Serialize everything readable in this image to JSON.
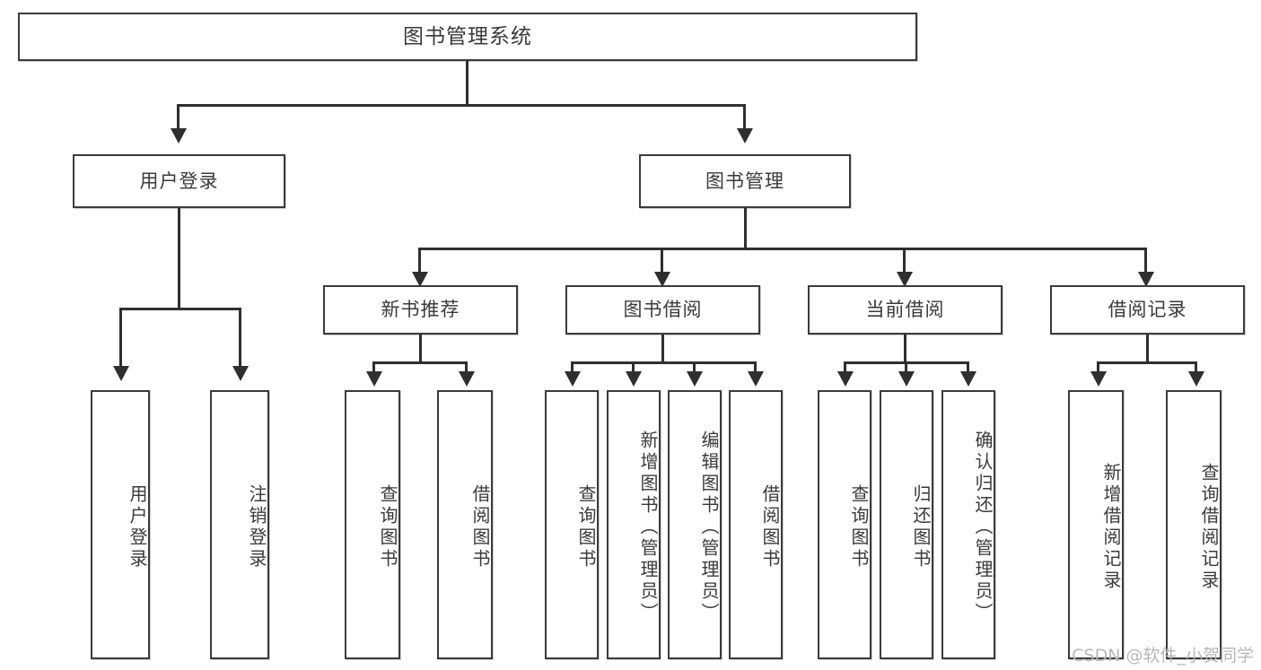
{
  "diagram": {
    "title": "图书管理系统",
    "type": "hierarchy-tree",
    "watermark": "CSDN @软件_小贺同学"
  },
  "root": {
    "label": "图书管理系统"
  },
  "level1": [
    {
      "label": "用户登录"
    },
    {
      "label": "图书管理"
    }
  ],
  "level2": [
    {
      "label": "新书推荐"
    },
    {
      "label": "图书借阅"
    },
    {
      "label": "当前借阅"
    },
    {
      "label": "借阅记录"
    }
  ],
  "leaves": {
    "user_login": [
      {
        "label": "用户登录"
      },
      {
        "label": "注销登录"
      }
    ],
    "new_book_recommend": [
      {
        "label": "查询图书"
      },
      {
        "label": "借阅图书"
      }
    ],
    "book_borrow": [
      {
        "label": "查询图书"
      },
      {
        "label": "新增图书（管理员）"
      },
      {
        "label": "编辑图书（管理员）"
      },
      {
        "label": "借阅图书"
      }
    ],
    "current_borrow": [
      {
        "label": "查询图书"
      },
      {
        "label": "归还图书"
      },
      {
        "label": "确认归还（管理员）"
      }
    ],
    "borrow_record": [
      {
        "label": "新增借阅记录"
      },
      {
        "label": "查询借阅记录"
      }
    ]
  },
  "colors": {
    "box_border": "#3b3b3b",
    "line": "#2f2f2f",
    "text": "#3a3a3a",
    "background": "#ffffff",
    "watermark": "#b7b7b7"
  }
}
